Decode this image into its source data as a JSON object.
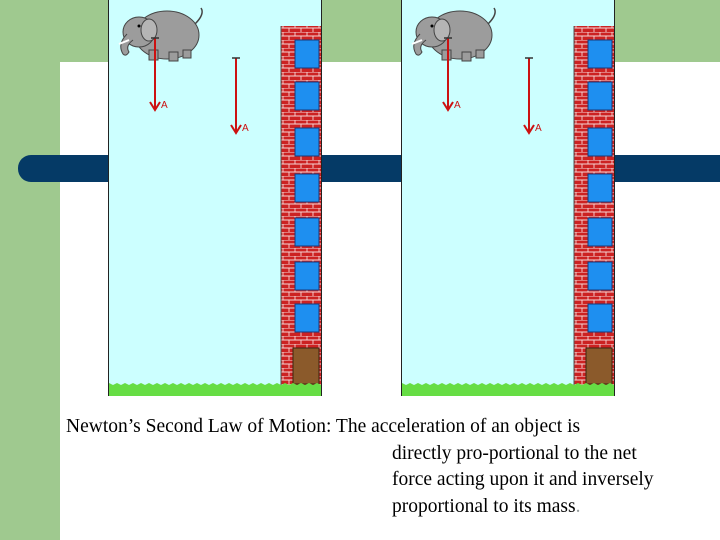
{
  "slide": {
    "caption": {
      "line1": "Newton’s Second Law of Motion: The acceleration of an object is",
      "line2": "directly pro-portional to the net",
      "line3": "force acting upon it and inversely",
      "line4": "proportional to its mass",
      "period": "."
    }
  },
  "illustration": {
    "scene": [
      "elephant",
      "falling-arrows",
      "brick-building",
      "grass"
    ],
    "arrow_label": "A",
    "panels": 2
  },
  "colors": {
    "sky": "#ccffff",
    "brick": "#cc2222",
    "window": "#1e8ff0",
    "door": "#8b5a2b",
    "grass": "#66dd44",
    "arrow": "#cc1111",
    "elephant": "#9c9c9c",
    "sidebar": "#9fc98f",
    "navy_bar": "#053a66"
  }
}
